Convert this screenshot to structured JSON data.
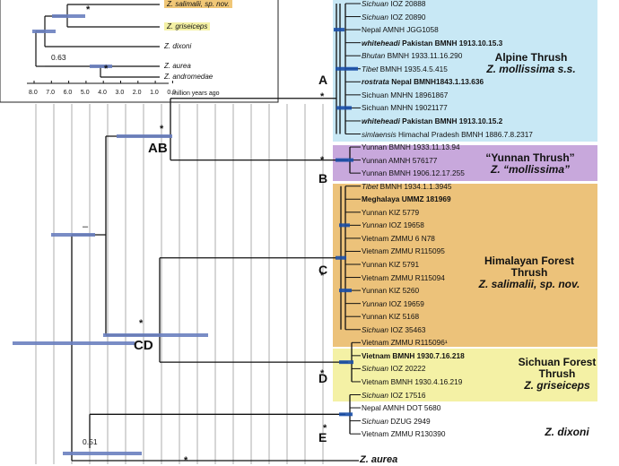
{
  "inset": {
    "taxa": [
      {
        "name": "Z. salimalii, sp. nov.",
        "hl": "#f0c777"
      },
      {
        "name": "Z. griseiceps",
        "hl": "#f4f1a5"
      },
      {
        "name": "Z. dixoni",
        "hl": null
      },
      {
        "name": "Z. aurea",
        "hl": null
      },
      {
        "name": "Z. andromedae",
        "hl": null
      }
    ],
    "support": "0.63",
    "axis_ticks": [
      "8.0",
      "7.0",
      "6.0",
      "5.0",
      "4.0",
      "3.0",
      "2.0",
      "1.0",
      "0.0"
    ],
    "axis_unit": "million years ago"
  },
  "tips": [
    {
      "plain": "",
      "it": "Sichuan",
      "rest": " IOZ 20888",
      "bold": false
    },
    {
      "plain": "",
      "it": "Sichuan",
      "rest": " IOZ 20890",
      "bold": false
    },
    {
      "plain": "Nepal AMNH JGG1058",
      "it": "",
      "rest": "",
      "bold": false
    },
    {
      "plain": "",
      "it": "whiteheadi",
      "rest": " Pakistan BMNH 1913.10.15.3",
      "bold": true
    },
    {
      "plain": "",
      "it": "Bhutan",
      "rest": " BMNH 1933.11.16.290",
      "bold": false
    },
    {
      "plain": "",
      "it": "Tibet",
      "rest": " BMNH 1935.4.5.415",
      "bold": false
    },
    {
      "plain": "",
      "it": "rostrata",
      "rest": " Nepal BMNH1843.1.13.636",
      "bold": true
    },
    {
      "plain": "Sichuan MNHN 18961867",
      "it": "",
      "rest": "",
      "bold": false
    },
    {
      "plain": "Sichuan MNHN 19021177",
      "it": "",
      "rest": "",
      "bold": false
    },
    {
      "plain": "",
      "it": "whiteheadi",
      "rest": " Pakistan BMNH 1913.10.15.2",
      "bold": true
    },
    {
      "plain": "",
      "it": "simlaensis",
      "rest": " Himachal Pradesh BMNH 1886.7.8.2317",
      "bold": false
    },
    {
      "plain": "Yunnan BMNH 1933.11.13.94",
      "it": "",
      "rest": "",
      "bold": false
    },
    {
      "plain": "Yunnan AMNH 576177",
      "it": "",
      "rest": "",
      "bold": false
    },
    {
      "plain": "Yunnan BMNH 1906.12.17.255",
      "it": "",
      "rest": "",
      "bold": false
    },
    {
      "plain": "",
      "it": "Tibet",
      "rest": " BMNH 1934.1.1.3945",
      "bold": false
    },
    {
      "plain": "Meghalaya UMMZ 181969",
      "it": "",
      "rest": "",
      "bold": true
    },
    {
      "plain": "Yunnan KIZ 5779",
      "it": "",
      "rest": "",
      "bold": false
    },
    {
      "plain": "",
      "it": "Yunnan",
      "rest": " IOZ 19658",
      "bold": false
    },
    {
      "plain": "Vietnam ZMMU 6 N78",
      "it": "",
      "rest": "",
      "bold": false
    },
    {
      "plain": "Vietnam ZMMU R115095",
      "it": "",
      "rest": "",
      "bold": false
    },
    {
      "plain": "Yunnan KIZ 5791",
      "it": "",
      "rest": "",
      "bold": false
    },
    {
      "plain": "Vietnam ZMMU R115094",
      "it": "",
      "rest": "",
      "bold": false
    },
    {
      "plain": "Yunnan KIZ 5260",
      "it": "",
      "rest": "",
      "bold": false
    },
    {
      "plain": "",
      "it": "Yunnan",
      "rest": " IOZ 19659",
      "bold": false
    },
    {
      "plain": "Yunnan KIZ 5168",
      "it": "",
      "rest": "",
      "bold": false
    },
    {
      "plain": "",
      "it": "Sichuan",
      "rest": " IOZ 35463",
      "bold": false
    },
    {
      "plain": "Vietnam ZMMU R115096¹",
      "it": "",
      "rest": "",
      "bold": false
    },
    {
      "plain": "Vietnam BMNH 1930.7.16.218",
      "it": "",
      "rest": "",
      "bold": true
    },
    {
      "plain": "",
      "it": "Sichuan",
      "rest": " IOZ 20222",
      "bold": false
    },
    {
      "plain": "Vietnam BMNH 1930.4.16.219",
      "it": "",
      "rest": "",
      "bold": false
    },
    {
      "plain": "",
      "it": "Sichuan",
      "rest": " IOZ 17516",
      "bold": false
    },
    {
      "plain": "Nepal AMNH DOT 5680",
      "it": "",
      "rest": "",
      "bold": false
    },
    {
      "plain": "",
      "it": "Sichuan",
      "rest": " DZUG 2949",
      "bold": false
    },
    {
      "plain": "Vietnam ZMMU R130390",
      "it": "",
      "rest": "",
      "bold": false
    }
  ],
  "clades": [
    {
      "letter": "A",
      "line1": "Alpine Thrush",
      "line2": "",
      "italic": "Z. mollissima s.s.",
      "color": "#c8e8f5"
    },
    {
      "letter": "B",
      "line1": "“Yunnan Thrush”",
      "line2": "",
      "italic": "Z. “mollissima”",
      "color": "#c8a8dc"
    },
    {
      "letter": "C",
      "line1": "Himalayan Forest",
      "line2": "Thrush",
      "italic": "Z. salimalii, sp. nov.",
      "color": "#ecc27a"
    },
    {
      "letter": "D",
      "line1": "Sichuan Forest",
      "line2": "Thrush",
      "italic": "Z. griseiceps",
      "color": "#f4f1a5"
    },
    {
      "letter": "E",
      "line1": "",
      "line2": "",
      "italic": "Z. dixoni",
      "color": null
    }
  ],
  "node_labels": {
    "ab": "AB",
    "cd": "CD"
  },
  "support_values": {
    "dash": "–",
    "dixoni_base": "0.51",
    "star": "*"
  },
  "bottom_taxon": "Z. aurea",
  "colors": {
    "branch": "#111111",
    "error_bar": "#6a7fbf",
    "sel_bar": "#1a4fa8"
  }
}
